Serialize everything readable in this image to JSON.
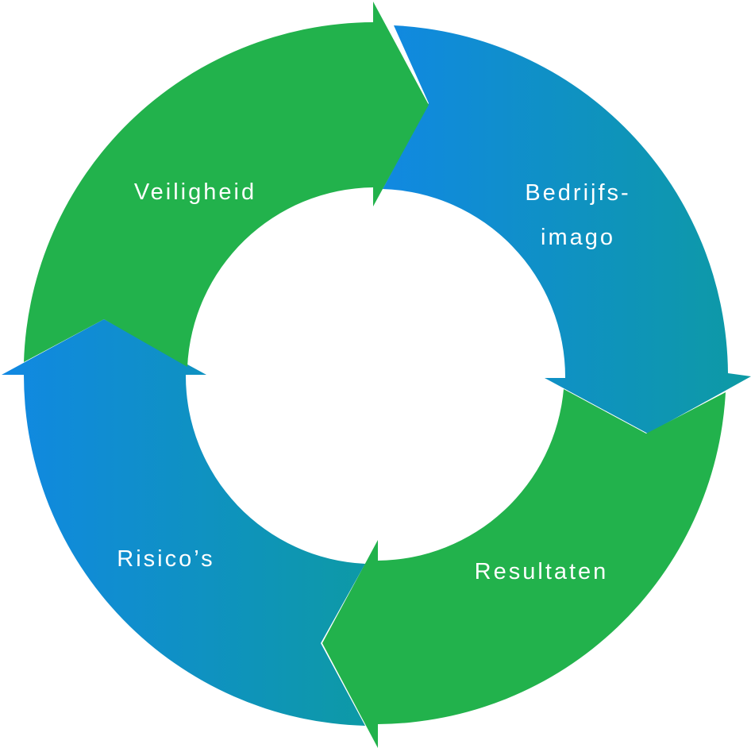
{
  "diagram": {
    "type": "cycle",
    "direction": "clockwise",
    "colors": {
      "green": "#22b24c",
      "blue_start": "#1188e3",
      "blue_end": "#0d9aa4",
      "center": "#ffffff"
    },
    "segments": [
      {
        "id": "veiligheid",
        "label": "Veiligheid",
        "color": "green"
      },
      {
        "id": "bedrijfsimago",
        "label_line1": "Bedrijfs-",
        "label_line2": "imago",
        "color": "blue"
      },
      {
        "id": "resultaten",
        "label": "Resultaten",
        "color": "green"
      },
      {
        "id": "risicos",
        "label": "Risico’s",
        "color": "blue"
      }
    ]
  }
}
